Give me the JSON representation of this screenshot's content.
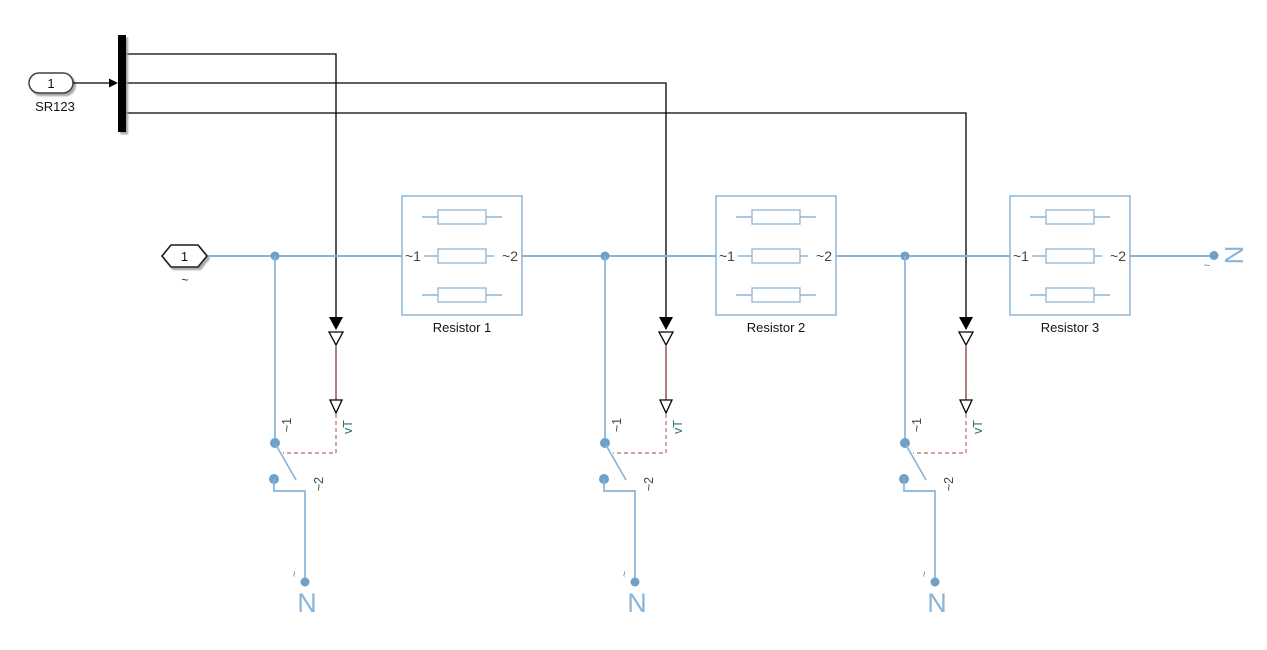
{
  "window": {
    "background": "#ffffff"
  },
  "colors": {
    "physical_line": "#8ab4d8",
    "node_dot": "#6fa0c8",
    "signal_line": "#000000",
    "control_solid": "#8c4a48",
    "control_dashed": "#c5837b",
    "port_label": "#3a4a44",
    "vt_label": "#2f6f6f"
  },
  "inport": {
    "number": "1",
    "label": "SR123"
  },
  "connection_port": {
    "number": "1",
    "label": "~"
  },
  "resistors": [
    {
      "label": "Resistor 1",
      "port_left": "~1",
      "port_right": "~2"
    },
    {
      "label": "Resistor 2",
      "port_left": "~1",
      "port_right": "~2"
    },
    {
      "label": "Resistor 3",
      "port_left": "~1",
      "port_right": "~2"
    }
  ],
  "switches": [
    {
      "port_top": "~1",
      "port_bottom": "~2",
      "control_label": "vT",
      "neutral_tilde": "~",
      "neutral_label": "N"
    },
    {
      "port_top": "~1",
      "port_bottom": "~2",
      "control_label": "vT",
      "neutral_tilde": "~",
      "neutral_label": "N"
    },
    {
      "port_top": "~1",
      "port_bottom": "~2",
      "control_label": "vT",
      "neutral_tilde": "~",
      "neutral_label": "N"
    }
  ],
  "right_terminal": {
    "tilde": "~",
    "label": "N"
  }
}
